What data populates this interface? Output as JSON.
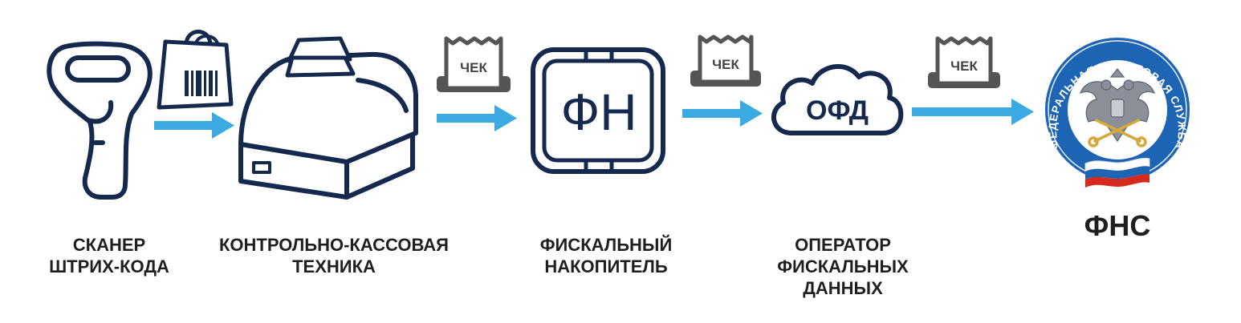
{
  "nodes": {
    "scanner": {
      "line1": "СКАНЕР",
      "line2": "ШТРИХ-КОДА"
    },
    "kkt": {
      "line1": "КОНТРОЛЬНО-КАССОВАЯ",
      "line2": "ТЕХНИКА"
    },
    "fn": {
      "line1": "ФИСКАЛЬНЫЙ",
      "line2": "НАКОПИТЕЛЬ",
      "icon_text": "ФН"
    },
    "ofd": {
      "line1": "ОПЕРАТОР",
      "line2": "ФИСКАЛЬНЫХ",
      "line3": "ДАННЫХ",
      "icon_text": "ОФД"
    },
    "fns": {
      "line1": "ФНС",
      "emblem_text": "ФЕДЕРАЛЬНАЯ НАЛОГОВАЯ СЛУЖБА"
    }
  },
  "receipt_label": "ЧЕК",
  "colors": {
    "arrow": "#3aaae0",
    "icon_dark": "#14294d",
    "receipt_gray": "#555555",
    "emblem_blue": "#1e64b4",
    "flag_red": "#d52b1e"
  }
}
